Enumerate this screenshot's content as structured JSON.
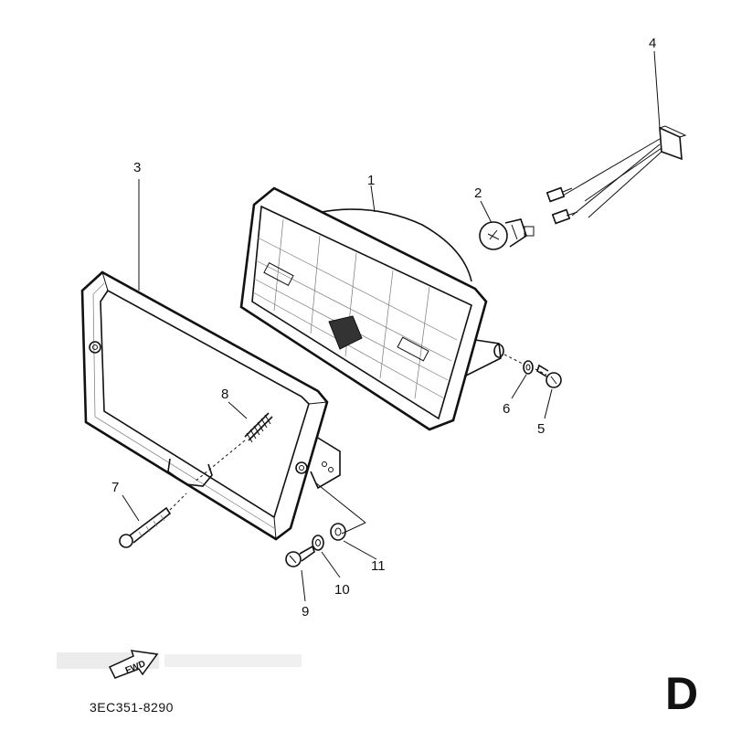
{
  "callouts": {
    "c1": "1",
    "c2": "2",
    "c3": "3",
    "c4": "4",
    "c5": "5",
    "c6": "6",
    "c7": "7",
    "c8": "8",
    "c9": "9",
    "c10": "10",
    "c11": "11"
  },
  "fwd_label": "FWD",
  "drawing_code": "3EC351-8290",
  "sheet_letter": "D"
}
